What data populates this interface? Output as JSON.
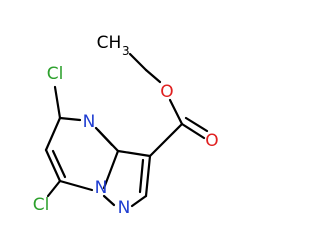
{
  "molecule": {
    "colors": {
      "bond": "#000000",
      "carbon": "#000000",
      "chlorine": "#2ca02c",
      "nitrogen": "#1f3dd1",
      "oxygen": "#e02020"
    },
    "labels": {
      "ch3_main": "CH",
      "ch3_sub": "3",
      "o_ester": "O",
      "o_carbonyl": "O",
      "n_pyrimidine": "N",
      "n_bridge": "N",
      "n_pyrazole": "N",
      "cl_top": "Cl",
      "cl_bottom": "Cl"
    }
  }
}
